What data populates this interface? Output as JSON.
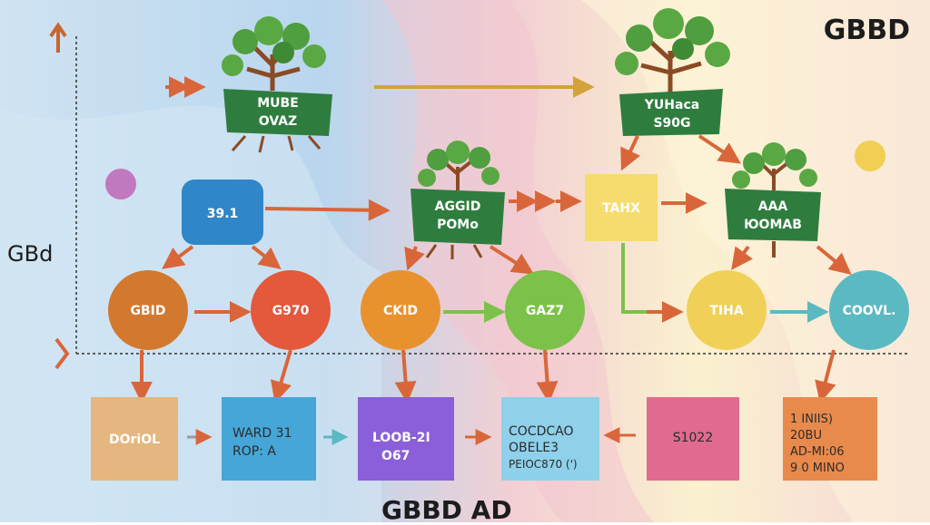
{
  "labels": {
    "top_right": "GBBD",
    "left_axis": "GBd",
    "bottom": "GBBD AD"
  },
  "trees": [
    {
      "line1": "MUBE",
      "line2": "OVAZ"
    },
    {
      "line1": "YUHaca",
      "line2": "S90G"
    },
    {
      "line1": "AGGID",
      "line2": "POMo"
    },
    {
      "line1": "AAA",
      "line2": "ЮOMAB"
    }
  ],
  "nodes": {
    "blue_box": "39.1",
    "yellow_box": "TAHX",
    "circles": [
      "GBID",
      "G970",
      "CKID",
      "GAZ7",
      "TIHA",
      "COOVL."
    ]
  },
  "bottom_boxes": [
    {
      "lines": [
        "DOriOL"
      ]
    },
    {
      "lines": [
        "WARD 31",
        "ROP: A"
      ]
    },
    {
      "lines": [
        "LOOB-2I",
        "O67"
      ]
    },
    {
      "lines": [
        "COCDCAO",
        "OBELE3",
        "PEIOC870 (')"
      ]
    },
    {
      "lines": [
        "S1022"
      ]
    },
    {
      "lines": [
        "1 INIIS)",
        "20BU",
        "AD-MI:06",
        "9 0 MINO"
      ]
    }
  ],
  "colors": {
    "arrow": "#d9663a",
    "tree_sign": "#2e7d3e",
    "blue_box": "#2f86c8",
    "yellow_box": "#f6dc6e",
    "circle_orange": "#d2792f",
    "circle_red": "#e4583c",
    "circle_amber": "#e8922f",
    "circle_green": "#7cc24a",
    "circle_yellow": "#f0d057",
    "circle_teal": "#5bb9c2",
    "box_tan": "#e3b77f",
    "box_blue": "#47a6d8",
    "box_purple": "#8a5fd9",
    "box_lightblue": "#8fd0ea",
    "box_pink": "#e06b8e",
    "box_orange": "#e98a4d"
  }
}
